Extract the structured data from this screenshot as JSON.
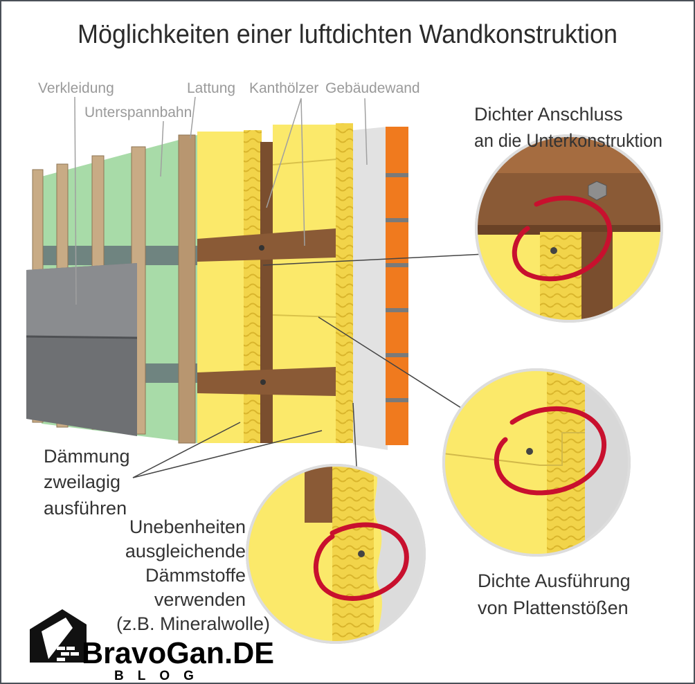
{
  "title": "Möglichkeiten einer luftdichten Wandkonstruktion",
  "layer_labels": {
    "verkleidung": "Verkleidung",
    "unterspannbahn": "Unterspannbahn",
    "lattung": "Lattung",
    "kanthoelzer": "Kanthölzer",
    "gebaeudewand": "Gebäudewand"
  },
  "callouts": {
    "anschluss": [
      "Dichter Anschluss",
      "an die Unterkonstruktion"
    ],
    "daemmung": [
      "Dämmung",
      "zweilagig",
      "ausführen"
    ],
    "unebenheiten": [
      "Unebenheiten",
      "ausgleichende",
      "Dämmstoffe",
      "verwenden",
      "(z.B. Mineralwolle)"
    ],
    "plattenstoesse": [
      "Dichte Ausführung",
      "von Plattenstößen"
    ]
  },
  "watermark": {
    "brand": "BravoGan.DE",
    "sub": "BLOG"
  },
  "colors": {
    "insulation": "#fbe96a",
    "wood": "#8a5a36",
    "membrane": "#a8dba8",
    "cladding": "#6e7073",
    "brick": "#f07a1e",
    "ring": "#c8102e"
  }
}
